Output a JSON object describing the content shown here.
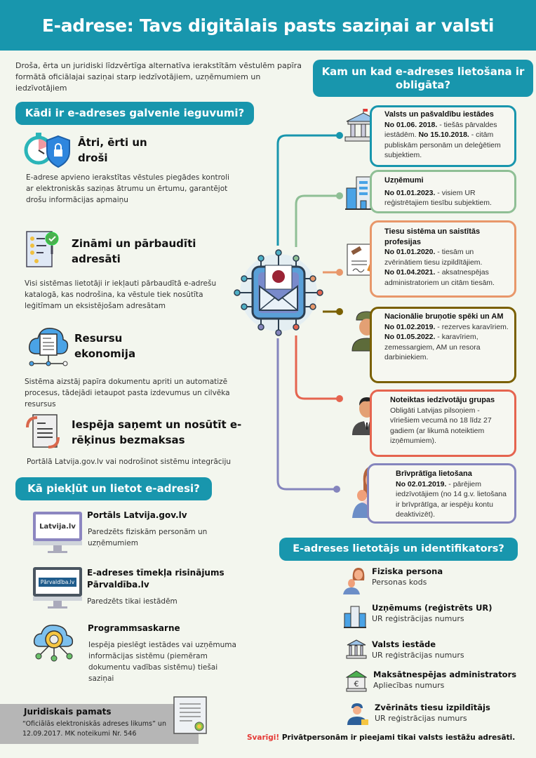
{
  "header": {
    "title": "E-adrese: Tavs digitālais pasts saziņai ar valsti"
  },
  "intro": "Droša, ērta un juridiski līdzvērtīga alternatīva ierakstītām vēstulēm papīra formātā oficiālajai saziņai starp iedzīvotājiem, uzņēmumiem un iedzīvotājiem",
  "benefits": {
    "heading": "Kādi ir e-adreses galvenie ieguvumi?",
    "items": [
      {
        "title": "Ātri, ērti un droši",
        "text": "E-adrese apvieno ierakstītas vēstules piegādes kontroli ar elektroniskās saziņas ātrumu un ērtumu, garantējot drošu informācijas apmaiņu",
        "icon": "clock-shield-icon"
      },
      {
        "title": "Zināmi un pārbaudīti adresāti",
        "text": "Visi sistēmas lietotāji ir iekļauti pārbaudītā e-adrešu katalogā, kas nodrošina, ka vēstule tiek nosūtīta leģitīmam un eksistējošam adresātam",
        "icon": "checklist-icon"
      },
      {
        "title": "Resursu ekonomija",
        "text": "Sistēma aizstāj papīra dokumentu apriti un automatizē procesus, tādejādi ietaupot pasta izdevumus un cilvēka resursus",
        "icon": "cloud-document-icon"
      },
      {
        "title": "Iespēja saņemt un nosūtīt e-rēķinus bezmaksas",
        "text": "Portālā Latvija.gov.lv vai nodrošinot sistēmu integrāciju",
        "icon": "document-exchange-icon"
      }
    ]
  },
  "access": {
    "heading": "Kā piekļūt un lietot e-adresi?",
    "items": [
      {
        "title": "Portāls Latvija.gov.lv",
        "text": "Paredzēts fiziskām personām un uzņēmumiem",
        "screen_logo": "Latvija.lv"
      },
      {
        "title": "E-adreses tīmekļa risinājums Pārvaldība.lv",
        "text": "Paredzēts tikai iestādēm",
        "screen_logo": "Pārvaldība.lv"
      },
      {
        "title": "Programmsaskarne",
        "text": "Iespēja pieslēgt iestādes vai uzņēmuma informācijas sistēmu (piemēram dokumentu vadības sistēmu) tiešai saziņai"
      }
    ]
  },
  "legal": {
    "title": "Juridiskais pamats",
    "text": "“Oficiālās elektroniskās adreses likums” un 12.09.2017. MK noteikumi Nr. 546"
  },
  "mandatory": {
    "heading": "Kam un kad e-adreses lietošana ir obligāta?",
    "items": [
      {
        "title": "Valsts un pašvaldību iestādes",
        "color": "#1896ad",
        "lines": [
          {
            "date": "No 01.06. 2018.",
            "text": " - tiešās pārvaldes iestādēm. "
          },
          {
            "date": "No 15.10.2018.",
            "text": " - citām publiskām personām un deleģētiem subjektiem."
          }
        ]
      },
      {
        "title": "Uzņēmumi",
        "color": "#8fbf95",
        "lines": [
          {
            "date": "No 01.01.2023.",
            "text": " - visiem UR reģistrētajiem tiesību subjektiem."
          }
        ]
      },
      {
        "title": "Tiesu sistēma un saistītās profesijas",
        "color": "#e8976a",
        "lines": [
          {
            "date": "No 01.01.2020.",
            "text": " - tiesām un zvērinātiem tiesu izpildītājiem."
          },
          {
            "date": "No 01.04.2021.",
            "text": " - aksatnespējas administratoriem un citām tiesām."
          }
        ]
      },
      {
        "title": "Nacionālie bruņotie spēki un AM",
        "color": "#7a6000",
        "lines": [
          {
            "date": "No 01.02.2019.",
            "text": " - rezerves karavīriem."
          },
          {
            "date": "No 01.05.2022.",
            "text": " - karavīriem, zemessargiem, AM un resora darbiniekiem."
          }
        ]
      },
      {
        "title": "Noteiktas iedzīvotāju grupas",
        "color": "#e5644f",
        "lines": [
          {
            "date": "",
            "text": "Obligāti Latvijas pilsoņiem - vīriešiem vecumā no 18 līdz 27 gadiem (ar likumā noteiktiem izņēmumiem)."
          }
        ]
      },
      {
        "title": "Brīvprātīga lietošana",
        "color": "#8585bd",
        "lines": [
          {
            "date": "No 02.01.2019.",
            "text": " - pārējiem iedzīvotājiem (no 14 g.v. lietošana ir brīvprātīga, ar iespēju kontu deaktivizēt)."
          }
        ]
      }
    ]
  },
  "users": {
    "heading": "E-adreses lietotājs un identifikators?",
    "items": [
      {
        "title": "Fiziska persona",
        "id": "Personas kods"
      },
      {
        "title": "Uzņēmums (reģistrēts UR)",
        "id": "UR reģistrācijas numurs"
      },
      {
        "title": "Valsts iestāde",
        "id": "UR reģistrācijas numurs"
      },
      {
        "title": "Maksātnespējas administrators",
        "id": "Apliecības numurs"
      },
      {
        "title": "Zvērināts tiesu izpildītājs",
        "id": "UR reģistrācijas numurs"
      }
    ]
  },
  "note": {
    "label": "Svarīgi!",
    "text": " Privātpersonām ir pieejami tikai valsts iestāžu adresāti."
  },
  "colors": {
    "teal": "#1896ad",
    "background": "#f3f6ee",
    "legal_bg": "#b6b6b6",
    "warning": "#e53935"
  }
}
